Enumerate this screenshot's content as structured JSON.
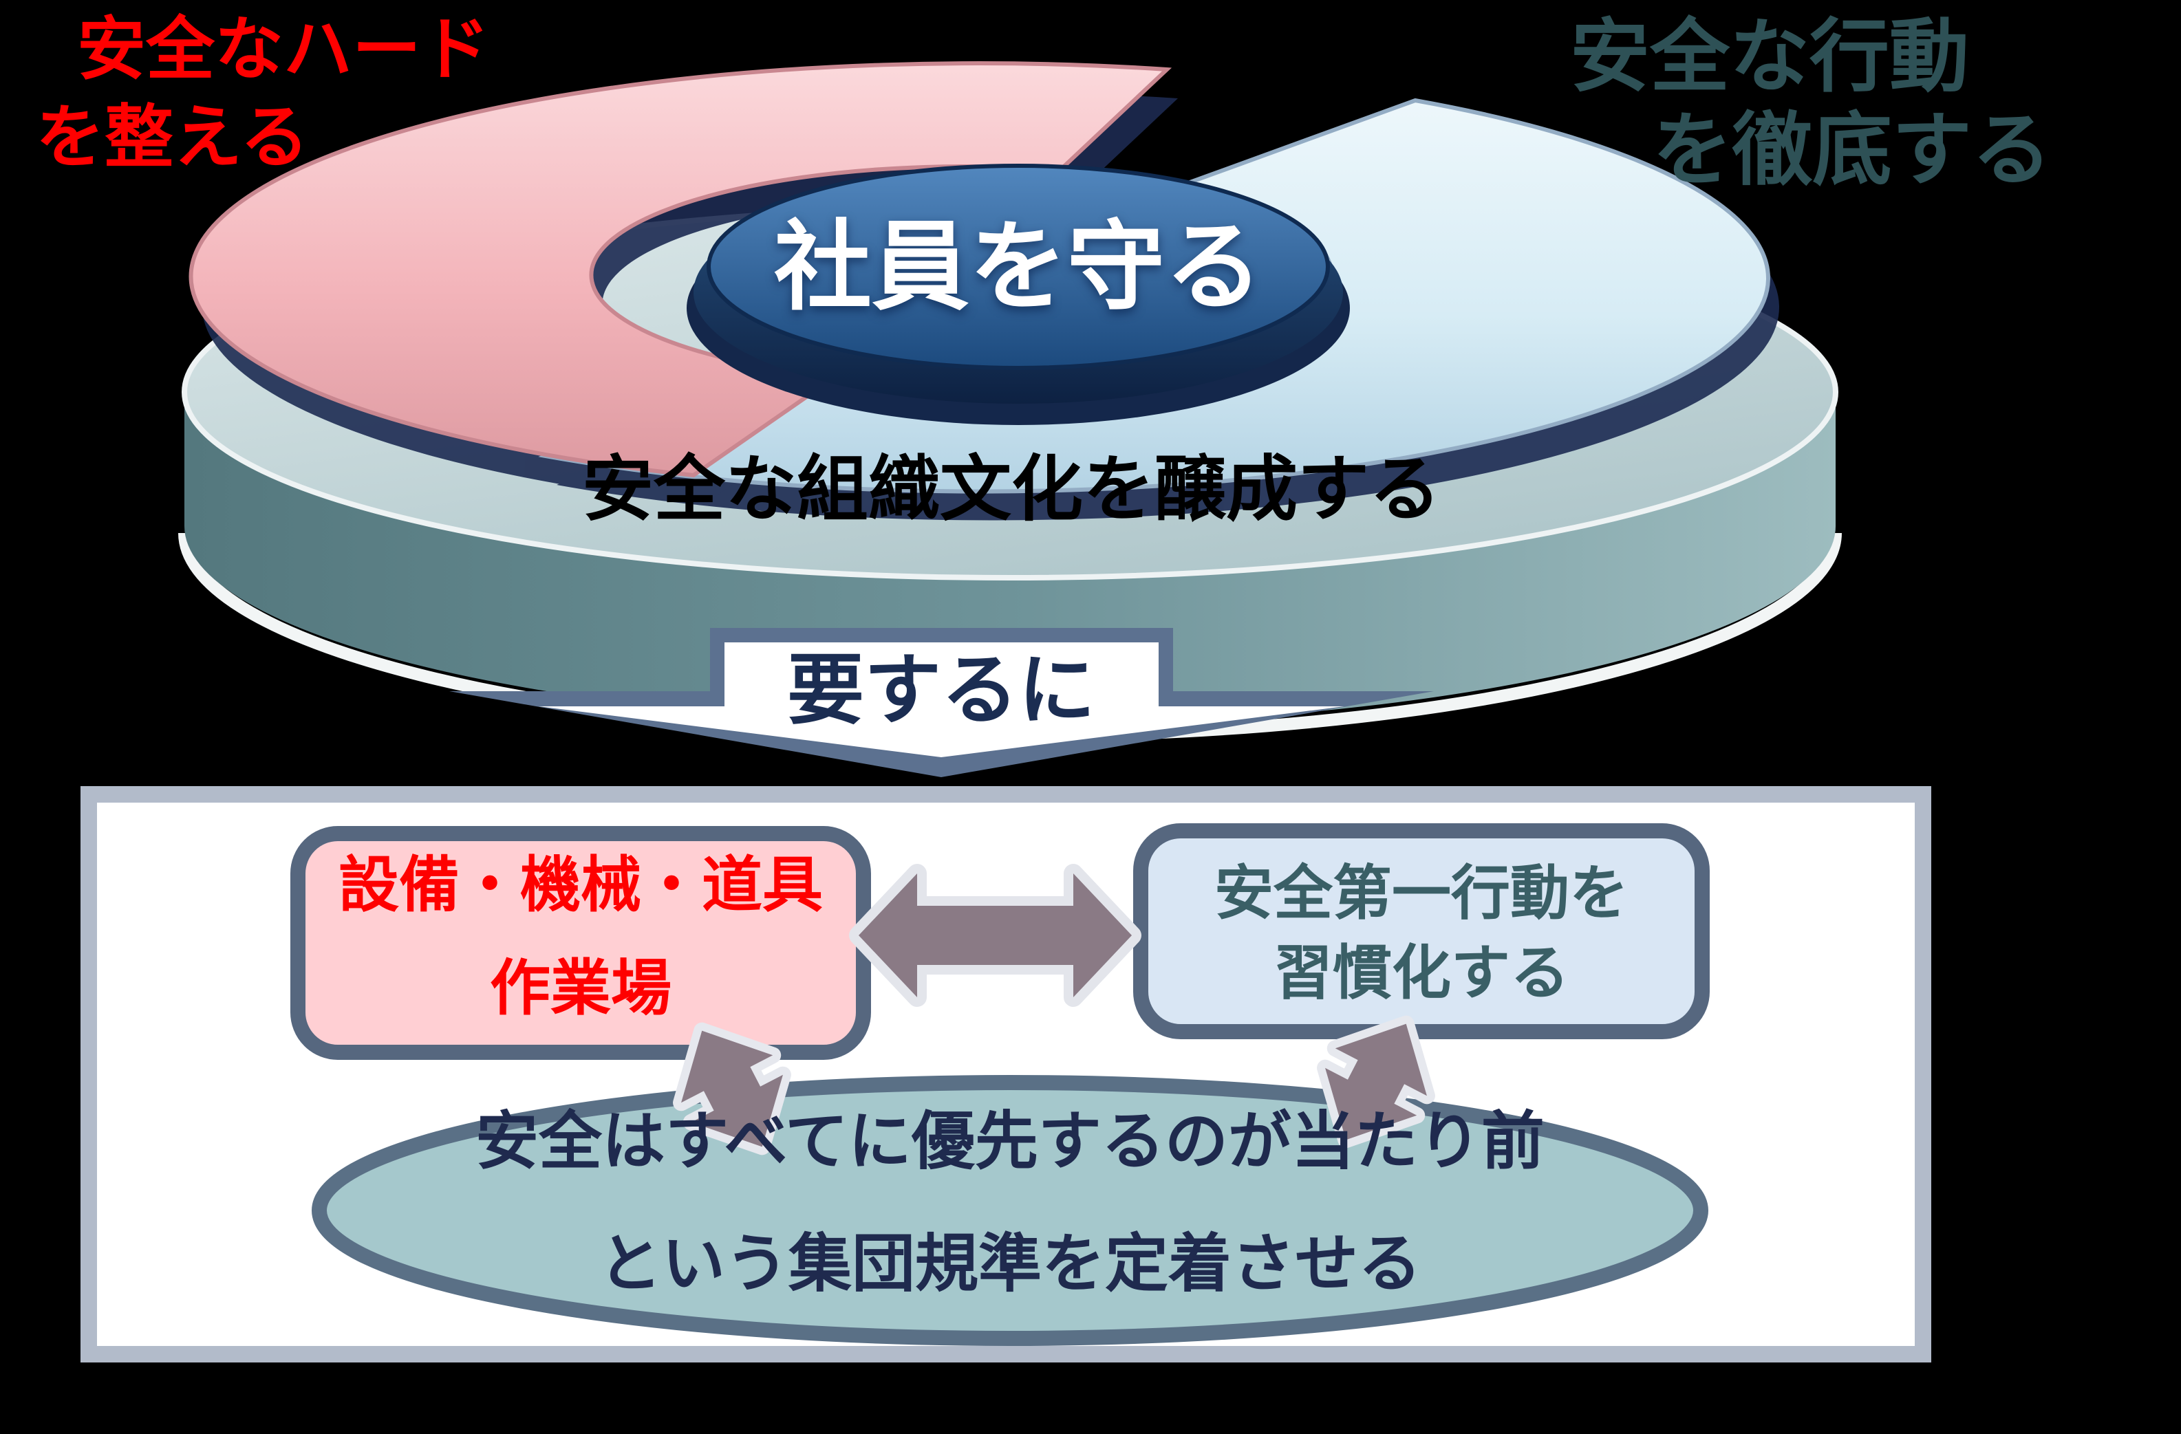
{
  "page": {
    "background": "#000000",
    "description_ja": "安全文化の3要素の循環図と要約パネル"
  },
  "colors": {
    "title_red": "#ff0000",
    "title_teal": "#2e5156",
    "disc_blue_top": "#2f5f96",
    "disc_rim_navy": "#13274b",
    "base_teal_side": "#6e9399",
    "base_top": "#c9d9dc",
    "pink_arc": "#f5bcc1",
    "blue_arc": "#d9edf6",
    "arc_shadow_navy": "#1d2b52",
    "transition_arrow_slate": "#5c7190",
    "panel_border": "#b2bbca",
    "box_border_slate": "#56677f",
    "pink_box_fill": "#ffcfd3",
    "blue_box_fill": "#d9e6f4",
    "ellipse_fill": "#a5c8cc",
    "ellipse_border": "#5a7086",
    "double_arrow_fill": "#8a7a85",
    "double_arrow_outline": "#e3e5eb",
    "ellipse_text_navy": "#1f2a4e"
  },
  "cycle_diagram": {
    "hard_label": {
      "line1": "安全なハード",
      "line2": "を整える"
    },
    "behavior_label": {
      "line1": "安全な行動",
      "line2": "を徹底する"
    },
    "disc_label": "社員を守る",
    "base_label": "安全な組織文化を醸成する"
  },
  "transition": {
    "label": "要するに"
  },
  "summary": {
    "hard_box": {
      "line1": "設備・機械・道具",
      "line2": "作業場"
    },
    "behavior_box": {
      "line1": "安全第一行動を",
      "line2": "習慣化する"
    },
    "norm_ellipse": {
      "line1": "安全はすべてに優先するのが当たり前",
      "line2": "という集団規準を定着させる"
    }
  }
}
